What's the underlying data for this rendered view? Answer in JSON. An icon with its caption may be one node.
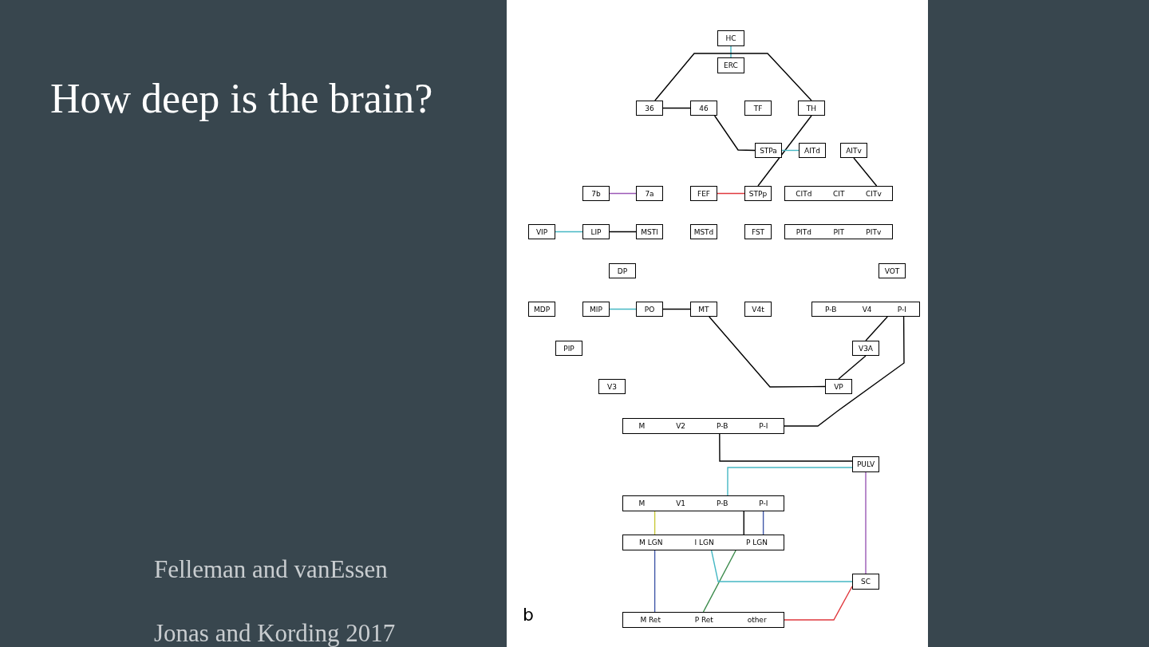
{
  "diagram": {
    "title": "How deep is the brain?",
    "nodes": [
      {
        "text": [
          "HC"
        ]
      },
      {
        "text": [
          "ERC"
        ]
      },
      {
        "text": [
          "36"
        ]
      },
      {
        "text": [
          "46"
        ]
      },
      {
        "text": [
          "TF"
        ]
      },
      {
        "text": [
          "TH"
        ]
      },
      {
        "text": [
          "STPa"
        ]
      },
      {
        "text": [
          "AITd"
        ]
      },
      {
        "text": [
          "AITv"
        ]
      },
      {
        "text": [
          "7b"
        ]
      },
      {
        "text": [
          "7a"
        ]
      },
      {
        "text": [
          "FEF"
        ]
      },
      {
        "text": [
          "STPp"
        ]
      },
      {
        "text": [
          "CITd",
          "CIT",
          "CITv"
        ]
      },
      {
        "text": [
          "VIP"
        ]
      },
      {
        "text": [
          "LIP"
        ]
      },
      {
        "text": [
          "MSTl"
        ]
      },
      {
        "text": [
          "MSTd"
        ]
      },
      {
        "text": [
          "FST"
        ]
      },
      {
        "text": [
          "PITd",
          "PIT",
          "PITv"
        ]
      },
      {
        "text": [
          "DP"
        ]
      },
      {
        "text": [
          "VOT"
        ]
      },
      {
        "text": [
          "MDP"
        ]
      },
      {
        "text": [
          "MIP"
        ]
      },
      {
        "text": [
          "PO"
        ]
      },
      {
        "text": [
          "MT"
        ]
      },
      {
        "text": [
          "V4t"
        ]
      },
      {
        "text": [
          "P-B",
          "V4",
          "P-I"
        ]
      },
      {
        "text": [
          "PIP"
        ]
      },
      {
        "text": [
          "V3A"
        ]
      },
      {
        "text": [
          "V3"
        ]
      },
      {
        "text": [
          "VP"
        ]
      },
      {
        "text": [
          "M",
          "V2",
          "P-B",
          "P-I"
        ]
      },
      {
        "text": [
          "PULV"
        ]
      },
      {
        "text": [
          "M",
          "V1",
          "P-B",
          "P-I"
        ]
      },
      {
        "text": [
          "M LGN",
          "I LGN",
          "P LGN"
        ]
      },
      {
        "text": [
          "SC"
        ]
      },
      {
        "text": [
          "M Ret",
          "P Ret",
          "other"
        ]
      }
    ],
    "edges": [
      {
        "from": 0,
        "to": 1,
        "arrow": "none",
        "color": "#46b8c4"
      },
      {
        "from": 2,
        "to": 3,
        "arrow": "none"
      },
      {
        "from": 2,
        "to": 5,
        "arrow": "none"
      },
      {
        "from": 3,
        "to": 6,
        "arrow": "none"
      },
      {
        "from": 5,
        "to": 12,
        "arrow": "none"
      },
      {
        "from": 8,
        "to": 13,
        "arrow": "none"
      },
      {
        "from": 9,
        "to": 10,
        "arrow": "none",
        "color": "#9b59b6"
      },
      {
        "from": 11,
        "to": 12,
        "arrow": "none",
        "color": "#e0393e"
      },
      {
        "from": 6,
        "to": 7,
        "arrow": "none",
        "color": "#46b8c4"
      },
      {
        "from": 14,
        "to": 15,
        "arrow": "none",
        "color": "#46b8c4"
      },
      {
        "from": 15,
        "to": 16,
        "arrow": "none"
      },
      {
        "from": 23,
        "to": 24,
        "arrow": "none",
        "color": "#46b8c4"
      },
      {
        "from": 24,
        "to": 25,
        "arrow": "none"
      },
      {
        "from": 25,
        "to": 31,
        "arrow": "none"
      },
      {
        "from": 27,
        "to": 29,
        "arrow": "none"
      },
      {
        "from": 29,
        "to": 31,
        "arrow": "none"
      },
      {
        "from": 32,
        "to": 27,
        "arrow": "none"
      },
      {
        "from": 32,
        "to": 33,
        "arrow": "none"
      },
      {
        "from": 34,
        "to": 33,
        "arrow": "none",
        "color": "#46b8c4"
      },
      {
        "from": 34,
        "to": 35,
        "arrow": "none",
        "color": "#c8c83a"
      },
      {
        "from": 34,
        "to": 35,
        "arrow": "none"
      },
      {
        "from": 34,
        "to": 35,
        "arrow": "none",
        "color": "#4058a8"
      },
      {
        "from": 35,
        "to": 37,
        "arrow": "none",
        "color": "#4058a8"
      },
      {
        "from": 35,
        "to": 37,
        "arrow": "none",
        "color": "#3a8a4a"
      },
      {
        "from": 35,
        "to": 36,
        "arrow": "none",
        "color": "#46b8c4"
      },
      {
        "from": 37,
        "to": 36,
        "arrow": "none",
        "color": "#e0393e"
      },
      {
        "from": 36,
        "to": 33,
        "arrow": "none",
        "color": "#9b59b6"
      }
    ],
    "labels": [
      "b",
      "Felleman and vanEssen",
      "Jonas and Kording 2017"
    ]
  }
}
